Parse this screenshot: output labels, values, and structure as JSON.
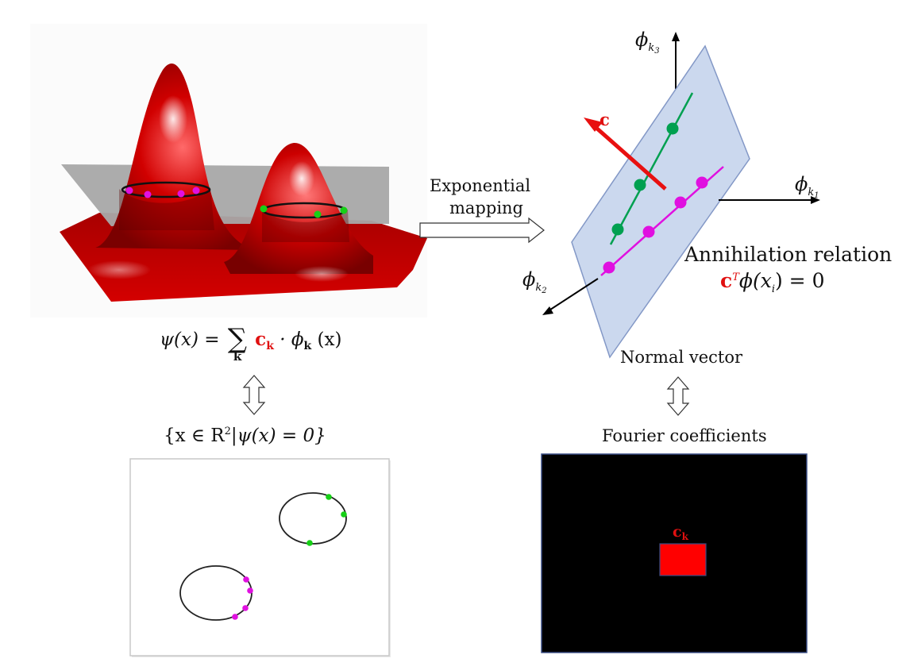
{
  "labels": {
    "exponential": "Exponential",
    "mapping": "mapping",
    "annihilation": "Annihilation relation",
    "normal_vector": "Normal vector",
    "fourier": "Fourier coefficients"
  },
  "vectors": {
    "c": "c",
    "ck_symbol": "c",
    "ck_sub": "k"
  },
  "axes": {
    "phi": "ϕ",
    "k": "k",
    "sub1": "1",
    "sub2": "2",
    "sub3": "3"
  },
  "equations": {
    "psi_lhs": "ψ(x) =",
    "sum": "∑",
    "sum_sub": "k",
    "c": "c",
    "k": "k",
    "dot_phi": "· ϕ",
    "phi_arg": " (x)",
    "zero_set": "{x ∈ R",
    "zero_set_sup": "2",
    "zero_set_rest": "|ψ(x) = 0}",
    "annih_c": "c",
    "annih_T": "T",
    "annih_rest_a": "ϕ(x",
    "annih_i": "i",
    "annih_rest_b": ") = 0"
  },
  "colors": {
    "surface": "#c40000",
    "plane": "#a8a8a8",
    "hyperplane": "#c9d6ee",
    "green": "#00a050",
    "magenta": "#e010e0",
    "vector": "#e81010",
    "fourier_bg": "#000000",
    "fourier_block": "#ff0000"
  }
}
